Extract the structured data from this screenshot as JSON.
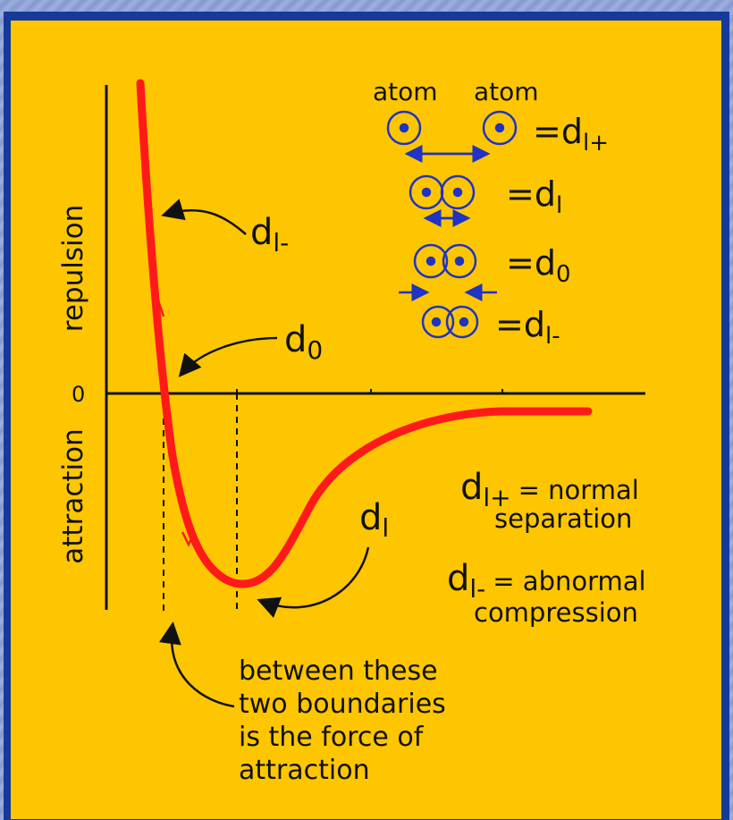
{
  "labels": {
    "atom_left": "atom",
    "atom_right": "atom",
    "repulsion": "repulsion",
    "attraction": "attraction",
    "zero": "0",
    "d": "d",
    "sub_l": "l",
    "sub_0": "0",
    "sub_lplus": "l+",
    "sub_lminus": "l-",
    "equals": "=",
    "legend_lplus_text1": "= normal",
    "legend_lplus_text2": "separation",
    "legend_lminus_text1": "= abnormal",
    "legend_lminus_text2": "compression",
    "note_line1": "between these",
    "note_line2": "two boundaries",
    "note_line3": "is the force of",
    "note_line4": "attraction"
  },
  "colors": {
    "background": "#fdc600",
    "curve": "#ff1a1a",
    "atoms": "#1f33c4",
    "ink": "#111111"
  }
}
